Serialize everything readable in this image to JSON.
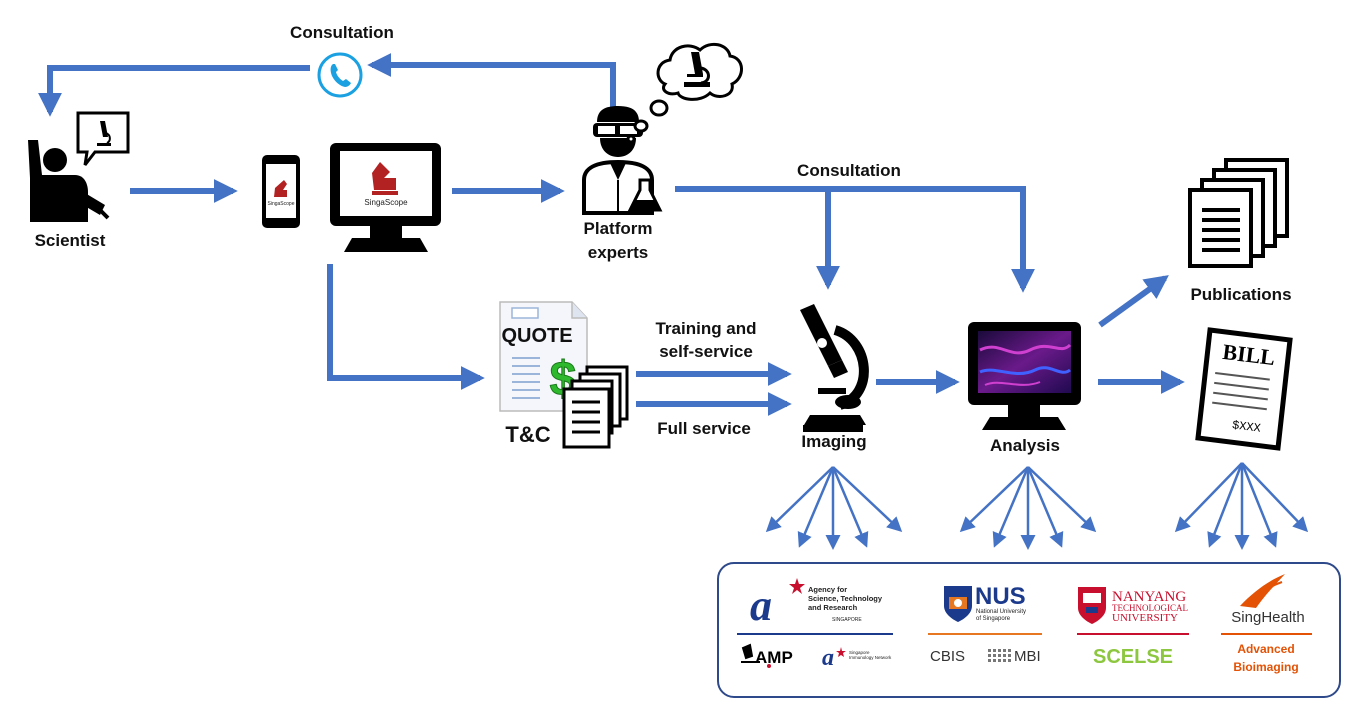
{
  "labels": {
    "consultation_top": "Consultation",
    "scientist": "Scientist",
    "platform_experts_1": "Platform",
    "platform_experts_2": "experts",
    "consultation_mid": "Consultation",
    "training_1": "Training and",
    "training_2": "self-service",
    "full_service": "Full service",
    "tc": "T&C",
    "imaging": "Imaging",
    "analysis": "Analysis",
    "publications": "Publications"
  },
  "app": {
    "brand": "SingaScope"
  },
  "quote_doc": {
    "title": "QUOTE",
    "symbol": "$"
  },
  "bill": {
    "title": "BILL",
    "amount": "$XXX"
  },
  "institutions": {
    "astar": {
      "line1": "Agency for",
      "line2": "Science, Technology",
      "line3": "and Research",
      "line4": "SINGAPORE",
      "sub1": "AMP",
      "sub2_line1": "Singapore",
      "sub2_line2": "Immunology Network"
    },
    "nus": {
      "name": "NUS",
      "line1": "National University",
      "line2": "of Singapore",
      "sub1": "CBIS",
      "sub2": "MBI"
    },
    "ntu": {
      "line1": "NANYANG",
      "line2": "TECHNOLOGICAL",
      "line3": "UNIVERSITY",
      "sub": "SCELSE"
    },
    "singhealth": {
      "name": "SingHealth",
      "sub1": "Advanced",
      "sub2": "Bioimaging"
    }
  },
  "colors": {
    "arrow": "#4472C4",
    "box_border": "#2F4A8A",
    "phone_icon": "#1BA1E2",
    "brand_red": "#B22222",
    "quote_green": "#2DB82D",
    "astar_blue": "#1B3A8C",
    "nus_orange": "#E87722",
    "ntu_red": "#C8102E",
    "scelse_green": "#8DC63F",
    "singhealth_orange": "#E35205"
  }
}
